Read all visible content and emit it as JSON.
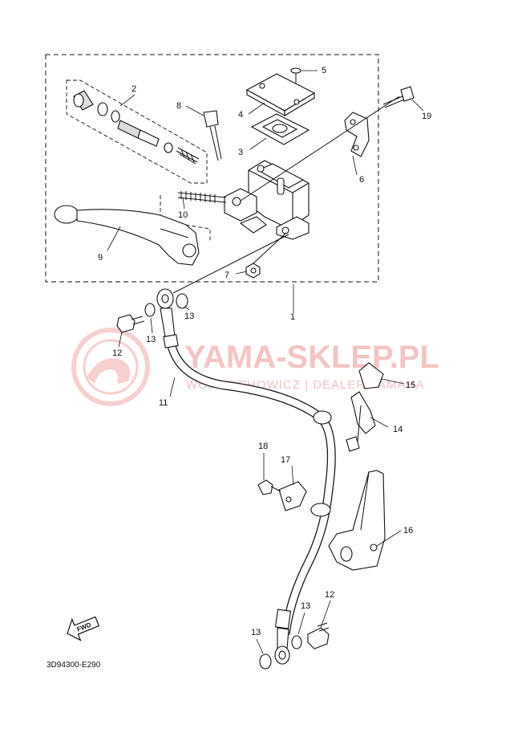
{
  "watermark": {
    "brand": "YAMA-SKLEP.PL",
    "sub": "WOJCIECHOWICZ | DEALER YAMAHA"
  },
  "callouts": {
    "c1": "1",
    "c2": "2",
    "c3": "3",
    "c4": "4",
    "c5": "5",
    "c6": "6",
    "c7": "7",
    "c8": "8",
    "c9": "9",
    "c10": "10",
    "c11": "11",
    "c12a": "12",
    "c12b": "12",
    "c13a": "13",
    "c13b": "13",
    "c13c": "13",
    "c13d": "13",
    "c14": "14",
    "c15": "15",
    "c16": "16",
    "c17": "17",
    "c18": "18",
    "c19": "19"
  },
  "footer": {
    "drawing_code": "3D94300-E290",
    "fwd_label": "FWD"
  },
  "colors": {
    "line": "#111111",
    "watermark": "#f4c4c4"
  }
}
